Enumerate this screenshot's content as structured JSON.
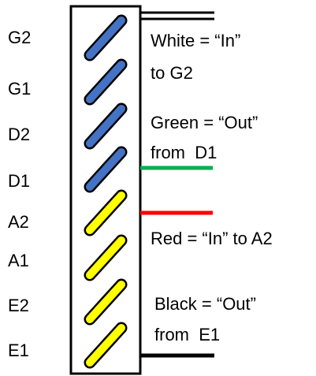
{
  "terminals": [
    {
      "label": "G2",
      "color": "#4472C4"
    },
    {
      "label": "G1",
      "color": "#4472C4"
    },
    {
      "label": "D2",
      "color": "#4472C4"
    },
    {
      "label": "D1",
      "color": "#4472C4"
    },
    {
      "label": "A2",
      "color": "#FFFF00"
    },
    {
      "label": "A1",
      "color": "#FFFF00"
    },
    {
      "label": "E2",
      "color": "#FFFF00"
    },
    {
      "label": "E1",
      "color": "#FFFF00"
    }
  ],
  "wires": [
    {
      "color": "#000000",
      "style": "double"
    },
    {
      "color": "#00B050",
      "style": "single"
    },
    {
      "color": "#FF0000",
      "style": "single"
    },
    {
      "color": "#000000",
      "style": "single"
    }
  ],
  "annotations": [
    {
      "line1": "White = “In”",
      "line2": "to G2"
    },
    {
      "line1": "Green = “Out”",
      "line2": "from  D1"
    },
    {
      "line1": "Red = “In” to A2",
      "line2": ""
    },
    {
      "line1": "Black = “Out”",
      "line2": "from  E1"
    }
  ]
}
